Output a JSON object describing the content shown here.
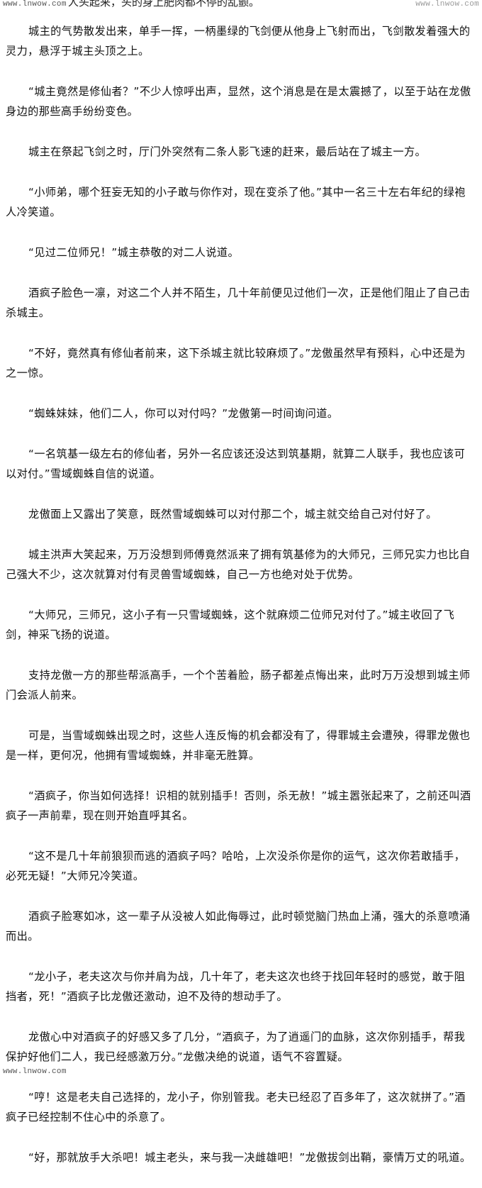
{
  "watermark": {
    "top_left": "www.lnwow.com",
    "top_right": "www.lnwow.com",
    "bottom_left": "www.lnwow.com"
  },
  "top_partial_line": "人头起来，头的身上肥肉都不停的乱颤。",
  "paragraphs": [
    "城主的气势散发出来，单手一挥，一柄墨绿的飞剑便从他身上飞射而出，飞剑散发着强大的灵力，悬浮于城主头顶之上。",
    "“城主竟然是修仙者？”不少人惊呼出声，显然，这个消息是在是太震撼了，以至于站在龙傲身边的那些高手纷纷变色。",
    "城主在祭起飞剑之时，厅门外突然有二条人影飞速的赶来，最后站在了城主一方。",
    "“小师弟，哪个狂妄无知的小子敢与你作对，现在变杀了他。”其中一名三十左右年纪的绿袍人冷笑道。",
    "“见过二位师兄！”城主恭敬的对二人说道。",
    "酒疯子脸色一凛，对这二个人并不陌生，几十年前便见过他们一次，正是他们阻止了自己击杀城主。",
    "“不好，竟然真有修仙者前来，这下杀城主就比较麻烦了。”龙傲虽然早有预料，心中还是为之一惊。",
    "“蜘蛛妹妹，他们二人，你可以对付吗？”龙傲第一时间询问道。",
    "“一名筑基一级左右的修仙者，另外一名应该还没达到筑基期，就算二人联手，我也应该可以对付。”雪域蜘蛛自信的说道。",
    "龙傲面上又露出了笑意，既然雪域蜘蛛可以对付那二个，城主就交给自己对付好了。",
    "城主洪声大笑起来，万万没想到师傅竟然派来了拥有筑基修为的大师兄，三师兄实力也比自己强大不少，这次就算对付有灵兽雪域蜘蛛，自己一方也绝对处于优势。",
    "“大师兄，三师兄，这小子有一只雪域蜘蛛，这个就麻烦二位师兄对付了。”城主收回了飞剑，神采飞扬的说道。",
    "支持龙傲一方的那些帮派高手，一个个苦着脸，肠子都差点悔出来，此时万万没想到城主师门会派人前来。",
    "可是，当雪域蜘蛛出现之时，这些人连反悔的机会都没有了，得罪城主会遭殃，得罪龙傲也是一样，更何况，他拥有雪域蜘蛛，并非毫无胜算。",
    "“酒疯子，你当如何选择！识相的就别插手！否则，杀无赦！”城主嚣张起来了，之前还叫酒疯子一声前辈，现在则开始直呼其名。",
    "“这不是几十年前狼狈而逃的酒疯子吗？哈哈，上次没杀你是你的运气，这次你若敢插手，必死无疑！”大师兄冷笑道。",
    "酒疯子脸寒如冰，这一辈子从没被人如此侮辱过，此时顿觉脑门热血上涌，强大的杀意喷涌而出。",
    "“龙小子，老夫这次与你并肩为战，几十年了，老夫这次也终于找回年轻时的感觉，敢于阻挡者，死！”酒疯子比龙傲还激动，迫不及待的想动手了。",
    "龙傲心中对酒疯子的好感又多了几分，“酒疯子，为了逍遥门的血脉，这次你别插手，帮我保护好他们二人，我已经感激万分。”龙傲决绝的说道，语气不容置疑。",
    "“哼！这是老夫自己选择的，龙小子，你别管我。老夫已经忍了百多年了，这次就拼了。”酒疯子已经控制不住心中的杀意了。",
    "“好，那就放手大杀吧！城主老头，来与我一决雌雄吧！”龙傲拔剑出鞘，豪情万丈的吼道。"
  ]
}
